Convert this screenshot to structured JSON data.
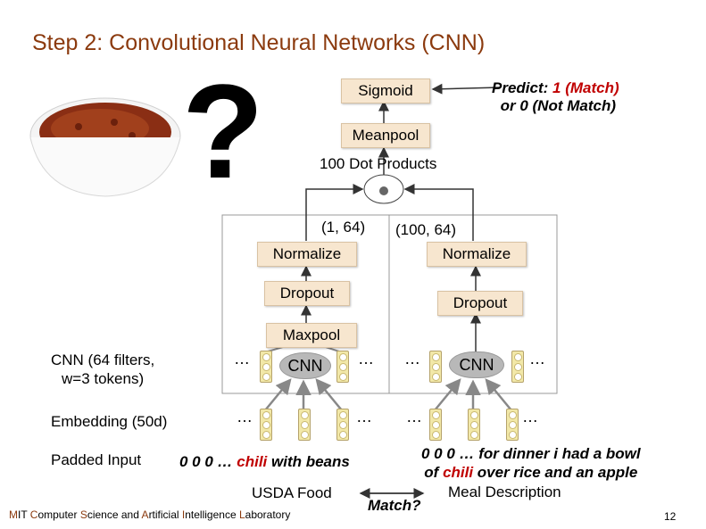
{
  "title": "Step 2: Convolutional Neural Networks (CNN)",
  "question_mark": "?",
  "nodes": {
    "sigmoid": "Sigmoid",
    "meanpool": "Meanpool",
    "dot_products": "100 Dot Products",
    "dim_left": "(1, 64)",
    "dim_right": "(100, 64)",
    "normalize_left": "Normalize",
    "normalize_right": "Normalize",
    "dropout_left": "Dropout",
    "dropout_right": "Dropout",
    "maxpool": "Maxpool",
    "cnn_left": "CNN",
    "cnn_right": "CNN"
  },
  "predict": {
    "prefix": "Predict: ",
    "match_value": "1 (Match)",
    "line2": "or 0 (Not Match)"
  },
  "layer_labels": {
    "cnn": "CNN (64 filters,",
    "cnn_line2": "w=3 tokens)",
    "embedding": "Embedding (50d)",
    "padded_input": "Padded Input"
  },
  "ellipsis": "…",
  "inputs": {
    "left_prefix": "0 0 0 … ",
    "left_word": "chili",
    "left_suffix": " with beans",
    "left_caption": "USDA Food",
    "right_line1": "0 0 0 … for dinner i had a bowl",
    "right_line2_prefix": "of ",
    "right_line2_word": "chili",
    "right_line2_suffix": " over rice and an apple",
    "right_caption": "Meal Description",
    "match_question": "Match?"
  },
  "footer": {
    "m": "M",
    "it": "IT ",
    "c": "C",
    "omputer": "omputer ",
    "s": "S",
    "cience": "cience and ",
    "a": "A",
    "rtificial": "rtificial ",
    "i": "I",
    "ntelligence": "ntelligence ",
    "l": "L",
    "aboratory": "aboratory"
  },
  "page_number": "12",
  "colors": {
    "title": "#8b3a0e",
    "accent_red": "#c00000",
    "box_fill": "#f7e6cf",
    "cnn_fill": "#b8b8b8"
  }
}
